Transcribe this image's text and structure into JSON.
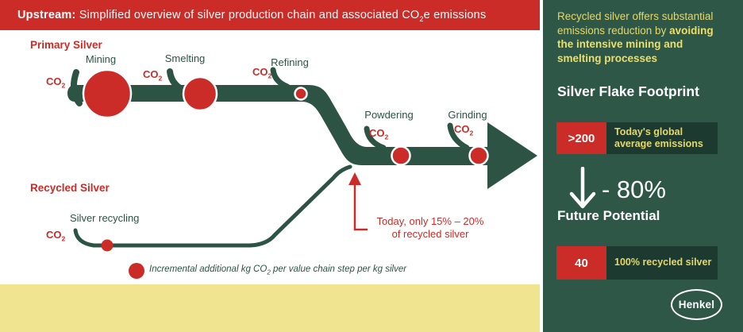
{
  "colors": {
    "red": "#cc2c28",
    "green": "#2d5345",
    "panel_green": "#2e5748",
    "dark_box": "#1c3a2f",
    "yellow_text": "#e5d869",
    "yellow_strip": "#f0e491"
  },
  "header": {
    "title_bold": "Upstream:",
    "title_a": " Simplified overview of silver production chain and associated CO",
    "title_sub": "2",
    "title_b": "e emissions"
  },
  "diagram": {
    "primary_label": "Primary Silver",
    "recycled_label": "Recycled Silver",
    "steps": [
      "Mining",
      "Smelting",
      "Refining",
      "Powdering",
      "Grinding"
    ],
    "recycling_step": "Silver recycling",
    "co2_main": "CO",
    "co2_sub": "2",
    "annotation_line1": "Today, only 15% – 20%",
    "annotation_line2": "of recycled silver",
    "legend_pre": "Incremental additional kg CO",
    "legend_sub": "2",
    "legend_post": " per value chain step per kg silver"
  },
  "panel": {
    "intro_text": "Recycled silver offers substantial emissions reduction by ",
    "intro_bold": "avoiding the intensive mining and smelting processes",
    "heading": "Silver Flake Footprint",
    "today_value": ">200",
    "today_label": "Today's global average emissions",
    "reduction": "- 80%",
    "future_label": "Future Potential",
    "future_value": "40",
    "future_label2": "100% recycled silver",
    "logo": "Henkel"
  }
}
